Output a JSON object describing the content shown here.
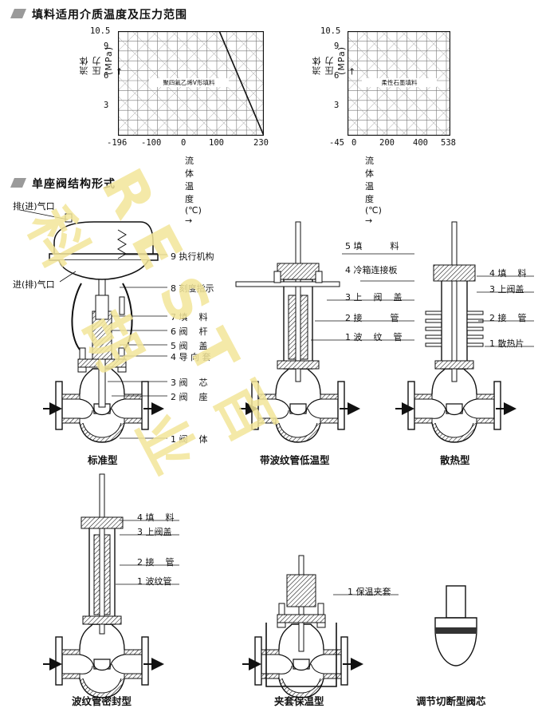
{
  "section1": {
    "title": "填料适用介质温度及压力范围"
  },
  "section2": {
    "title": "单座阀结构形式"
  },
  "charts": {
    "left": {
      "y_ticks": [
        "10.5",
        "9",
        "6",
        "3"
      ],
      "x_ticks": [
        "-196",
        "-100",
        "0",
        "100",
        "230"
      ],
      "ylabel": "流体压力(MPa) →",
      "xlabel": "流体温度(℃) →",
      "region_label": "聚四氟乙烯V形填料"
    },
    "right": {
      "y_ticks": [
        "10.5",
        "9",
        "6",
        "3"
      ],
      "x_ticks": [
        "-45",
        "0",
        "200",
        "400",
        "538"
      ],
      "ylabel": "流体压力(MPa) →",
      "xlabel": "流体温度(℃) →",
      "region_label": "柔性石墨填料"
    }
  },
  "chart_data": [
    {
      "type": "area",
      "xlim": [
        -196,
        230
      ],
      "ylim": [
        0,
        10.5
      ],
      "x_ticks": [
        -196,
        -100,
        0,
        100,
        230
      ],
      "y_ticks": [
        3,
        6,
        9,
        10.5
      ],
      "xlabel": "流体温度(℃)",
      "ylabel": "流体压力(MPa)",
      "grid": true,
      "boundary": {
        "x": [
          -196,
          100,
          230
        ],
        "y": [
          10.5,
          10.5,
          0
        ]
      },
      "annotation": "聚四氟乙烯V形填料"
    },
    {
      "type": "area",
      "xlim": [
        -45,
        538
      ],
      "ylim": [
        0,
        10.5
      ],
      "x_ticks": [
        -45,
        0,
        200,
        400,
        538
      ],
      "y_ticks": [
        3,
        6,
        9,
        10.5
      ],
      "xlabel": "流体温度(℃)",
      "ylabel": "流体压力(MPa)",
      "grid": true,
      "boundary": {
        "x": [
          -45,
          538,
          538
        ],
        "y": [
          10.5,
          10.5,
          0
        ]
      },
      "annotation": "柔性石墨填料"
    }
  ],
  "standard": {
    "caption": "标准型",
    "port_exhaust": "排(进)气口",
    "port_intake": "进(排)气口",
    "parts": [
      "9 执行机构",
      "8 刻度指示",
      "7 填    料",
      "6 阀    杆",
      "5 阀    盖",
      "4 导 向 套",
      "3 阀    芯",
      "2 阀    座",
      "1 阀    体"
    ]
  },
  "bellows_low_temp": {
    "caption": "带波纹管低温型",
    "parts": [
      "5 填          料",
      "4 冷箱连接板",
      "3 上    阀    盖",
      "2 接          管",
      "1 波    纹    管"
    ]
  },
  "heat_sink": {
    "caption": "散热型",
    "parts": [
      "4 填    料",
      "3 上阀盖",
      "2 接    管",
      "1 散热片"
    ]
  },
  "bellows_seal": {
    "caption": "波纹管密封型",
    "parts": [
      "4 填    料",
      "3 上阀盖",
      "2 接    管",
      "1 波纹管"
    ]
  },
  "jacket": {
    "caption": "夹套保温型",
    "parts": [
      "1 保温夹套"
    ]
  },
  "shutoff_plug": {
    "caption": "调节切断型阀芯"
  },
  "watermark": "REST百 科 胡 业"
}
